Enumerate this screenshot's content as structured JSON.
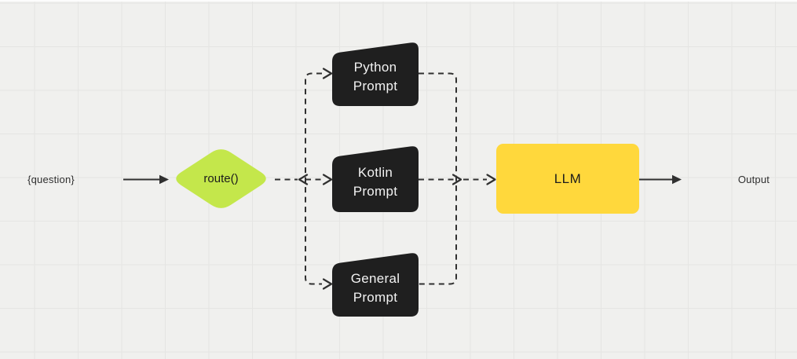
{
  "diagram": {
    "background_color": "#f0f0ee",
    "grid_line_color": "#e5e5e3",
    "connector_color": "#303030",
    "input_label": "{question}",
    "output_label": "Output",
    "router_node": {
      "label": "route()",
      "fill": "#c4e74b",
      "text_color": "#1b1b1b"
    },
    "prompt_node_fill": "#1f1f1f",
    "prompt_node_text_color": "#f2f2f2",
    "prompt_nodes": [
      {
        "id": "python-prompt",
        "lines": [
          "Python",
          "Prompt"
        ]
      },
      {
        "id": "kotlin-prompt",
        "lines": [
          "Kotlin",
          "Prompt"
        ]
      },
      {
        "id": "general-prompt",
        "lines": [
          "General",
          "Prompt"
        ]
      }
    ],
    "llm_node": {
      "label": "LLM",
      "fill": "#ffd83c",
      "text_color": "#1c1c1c"
    }
  }
}
